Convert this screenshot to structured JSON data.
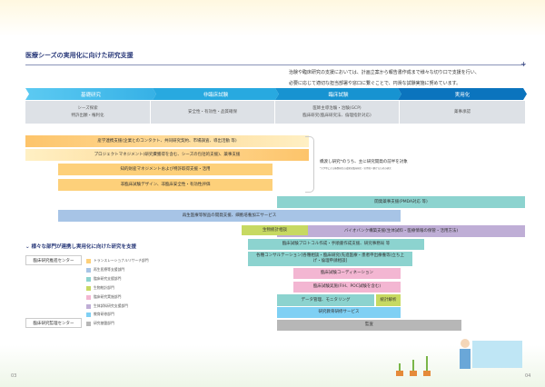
{
  "title": "医療シーズの実用化に向けた研究支援",
  "intro": [
    "治験や臨床研究の支援においては、計画立案から報告書作成まで様々な切り口で支援を行い、",
    "必要に応じて適切な担当部署や窓口に繋ぐことで、円滑な試験実施に努めています。"
  ],
  "phases": [
    {
      "label": "基礎研究",
      "items": [
        "シーズ探索",
        "特許出願・権利化"
      ],
      "color": "#4fc3ee"
    },
    {
      "label": "非臨床試験",
      "items": [
        "安全性・有効性・品質確保"
      ],
      "color": "#28a9e0"
    },
    {
      "label": "臨床試験",
      "items": [
        "医師主導治験・治験(GCP)",
        "臨床研究(臨床研究法、倫理指針対応)"
      ],
      "color": "#1793d1"
    },
    {
      "label": "実用化",
      "items": [
        "薬事承認"
      ],
      "color": "#0b74be"
    }
  ],
  "bars": {
    "industry": "産学連携支援(企業とのコンタクト、共同研究契約、市場調査、導出活動 等)",
    "pm": "プロジェクトマネジメント(研究費獲得を含む、シーズの包括的支援)、薬事支援",
    "ip": "知的財産マネジメントおよび特許取得支援・活用",
    "nonclinical": "非臨床試験デザイン、非臨床安全性・有効性評価",
    "regulatory": "開発薬事支援(PMDA対応 等)",
    "regen": "再生医療等製品の開発支援、細胞培養加工サービス",
    "biobank": "バイオバンク構築支援(生体試料・医療情報の保管・活用方法)",
    "biostat": "生物統計相談",
    "protocol": "臨床試験プロトコル作成・手順書作成支援、研究事務局 等",
    "consult": "各種コンサルテーション[各種相談・臨床研究(先進医療・患者申出療養等)立ち上げ・倫理申請相談]",
    "coordination": "臨床試験コーディネーション",
    "conduct": "臨床試験実施(FIH、POC試験を含む)",
    "datamgmt": "データ管理、モニタリング",
    "stats": "統計解析",
    "education": "研究教育研修サービス",
    "audit": "監査"
  },
  "note": {
    "main": "橋渡し研究*のうち、主に研究開発の前半を対象",
    "small": "*大学等による基礎研究の成果を臨床研究・実用化へ繋げるための研究"
  },
  "section2": "様々な部門が連携し実用化に向けた研究を支援",
  "centers": [
    {
      "name": "臨床研究推進センター",
      "depts": [
        {
          "label": "トランスレーショナルリサーチ部門",
          "color": "#fdd07a"
        },
        {
          "label": "再生医療等支援部門",
          "color": "#a7c4e6"
        },
        {
          "label": "臨床研究支援部門",
          "color": "#8cd3cf"
        },
        {
          "label": "生物統計部門",
          "color": "#c7d962"
        },
        {
          "label": "臨床研究実施部門",
          "color": "#f3b6d2"
        },
        {
          "label": "生体試料研究支援部門",
          "color": "#bfaed6"
        },
        {
          "label": "教育研修部門",
          "color": "#7fd0f4"
        }
      ]
    },
    {
      "name": "臨床研究監理センター",
      "depts": [
        {
          "label": "研究基盤部門",
          "color": "#b7b7b7"
        }
      ]
    }
  ],
  "pages": [
    "03",
    "04"
  ]
}
